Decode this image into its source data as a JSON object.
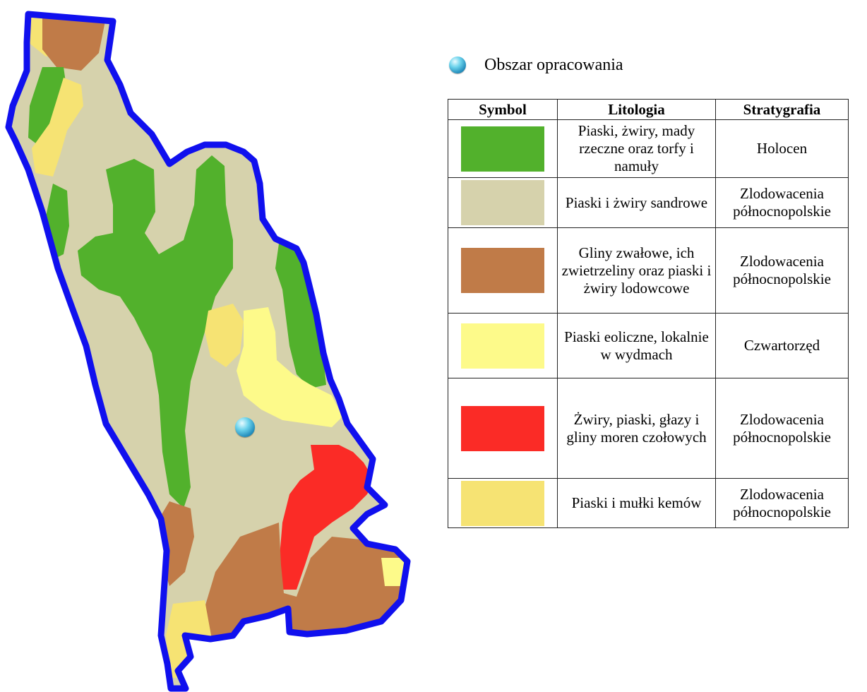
{
  "legend": {
    "marker_label": "Obszar opracowania",
    "marker_color": "#3fb4d8"
  },
  "table": {
    "headers": {
      "symbol": "Symbol",
      "lithology": "Litologia",
      "stratigraphy": "Stratygrafia"
    },
    "rows": [
      {
        "color": "#52b12c",
        "lithology": "Piaski, żwiry, mady rzeczne oraz torfy i namuły",
        "stratigraphy": "Holocen"
      },
      {
        "color": "#d6d2ac",
        "lithology": "Piaski i żwiry sandrowe",
        "stratigraphy": "Zlodowacenia północnopolskie"
      },
      {
        "color": "#c07b48",
        "lithology": "Gliny zwałowe, ich zwietrzeliny oraz piaski i żwiry lodowcowe",
        "stratigraphy": "Zlodowacenia północnopolskie"
      },
      {
        "color": "#fdfa8a",
        "lithology": "Piaski eoliczne, lokalnie w wydmach",
        "stratigraphy": "Czwartorzęd"
      },
      {
        "color": "#fb2b26",
        "lithology": "Żwiry, piaski, głazy i gliny moren czołowych",
        "stratigraphy": "Zlodowacenia północnopolskie"
      },
      {
        "color": "#f6e373",
        "lithology": "Piaski i mułki kemów",
        "stratigraphy": "Zlodowacenia północnopolskie"
      }
    ]
  },
  "map": {
    "boundary_color": "#1010ee",
    "background_color": "#d6d2ac"
  }
}
